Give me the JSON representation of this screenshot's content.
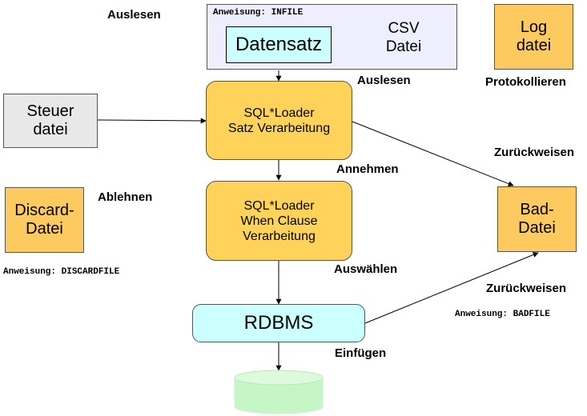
{
  "labels": {
    "auslesen_left": "Auslesen",
    "auslesen_mid": "Auslesen",
    "protokollieren": "Protokollieren",
    "zurueckweisen_top": "Zurückweisen",
    "annehmen": "Annehmen",
    "ablehnen": "Ablehnen",
    "auswaehlen": "Auswählen",
    "zurueckweisen_bottom": "Zurückweisen",
    "einfuegen": "Einfügen"
  },
  "statements": {
    "infile": "Anweisung: INFILE",
    "discardfile": "Anweisung: DISCARDFILE",
    "badfile": "Anweisung: BADFILE"
  },
  "nodes": {
    "csv_title": "CSV\nDatei",
    "datensatz": "Datensatz",
    "log": "Log\ndatei",
    "steuer": "Steuer\ndatei",
    "loader1": "SQL*Loader\nSatz Verarbeitung",
    "loader2": "SQL*Loader\nWhen Clause\nVerarbeitung",
    "discard": "Discard-\nDatei",
    "bad": "Bad-\nDatei",
    "rdbms": "RDBMS"
  },
  "colors": {
    "orange": "#ffd35a",
    "csv_bg": "#eeeefe",
    "grey_box": "#e8e8e8",
    "rdbms": "#ccffff",
    "db": "#c6f5c6"
  }
}
